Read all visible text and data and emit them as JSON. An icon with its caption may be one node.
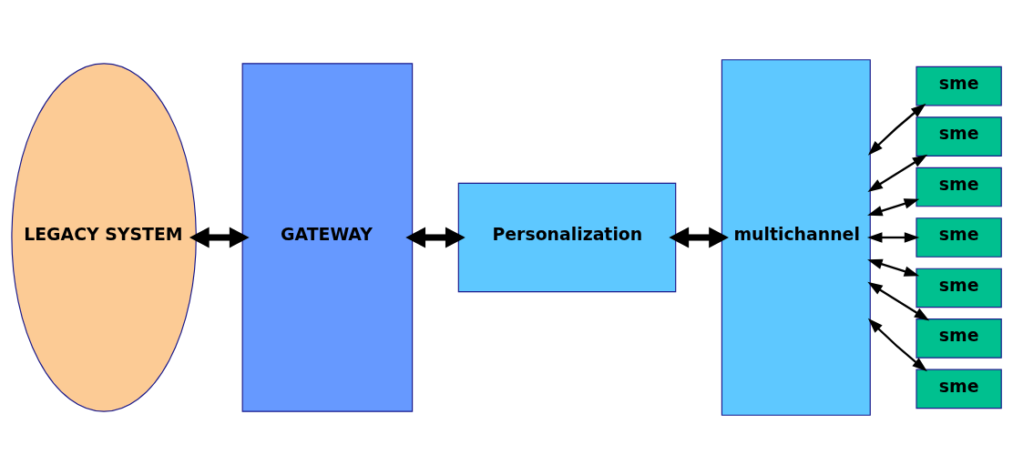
{
  "diagram": {
    "nodes": [
      {
        "text": [
          "LEGACY SYSTEM"
        ]
      },
      {
        "text": [
          "GATEWAY"
        ]
      },
      {
        "text": [
          "Personalization"
        ]
      },
      {
        "text": [
          "multichannel"
        ]
      },
      {
        "text": [
          "sme"
        ]
      },
      {
        "text": [
          "sme"
        ]
      },
      {
        "text": [
          "sme"
        ]
      },
      {
        "text": [
          "sme"
        ]
      },
      {
        "text": [
          "sme"
        ]
      },
      {
        "text": [
          "sme"
        ]
      },
      {
        "text": [
          "sme"
        ]
      }
    ],
    "edges": [
      {
        "from": 0,
        "to": 1,
        "arrow": "both",
        "style": "thick"
      },
      {
        "from": 1,
        "to": 2,
        "arrow": "both",
        "style": "thick"
      },
      {
        "from": 2,
        "to": 3,
        "arrow": "both",
        "style": "thick"
      },
      {
        "from": 3,
        "to": 4,
        "arrow": "both"
      },
      {
        "from": 3,
        "to": 5,
        "arrow": "both"
      },
      {
        "from": 3,
        "to": 6,
        "arrow": "both"
      },
      {
        "from": 3,
        "to": 7,
        "arrow": "both"
      },
      {
        "from": 3,
        "to": 8,
        "arrow": "both"
      },
      {
        "from": 3,
        "to": 9,
        "arrow": "both"
      },
      {
        "from": 3,
        "to": 10,
        "arrow": "both"
      }
    ]
  }
}
